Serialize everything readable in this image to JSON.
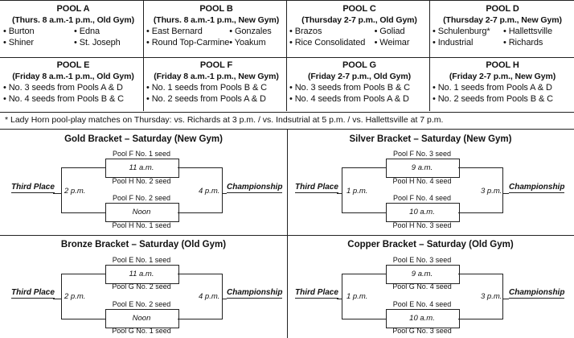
{
  "pools": [
    {
      "name": "POOL A",
      "time": "(Thurs. 8 a.m.-1 p.m., Old Gym)",
      "teams": [
        "• Burton",
        "• Edna",
        "• Shiner",
        "• St. Joseph"
      ]
    },
    {
      "name": "POOL B",
      "time": "(Thurs. 8 a.m.-1 p.m., New Gym)",
      "teams": [
        "• East Bernard",
        "• Gonzales",
        "• Round Top-Carmine",
        "• Yoakum"
      ]
    },
    {
      "name": "POOL C",
      "time": "(Thursday 2-7 p.m., Old Gym)",
      "teams": [
        "• Brazos",
        "• Goliad",
        "• Rice Consolidated",
        "• Weimar"
      ]
    },
    {
      "name": "POOL D",
      "time": "(Thursday 2-7 p.m., New Gym)",
      "teams": [
        "• Schulenburg*",
        "• Hallettsville",
        "• Industrial",
        "• Richards"
      ]
    },
    {
      "name": "POOL E",
      "time": "(Friday 8 a.m.-1 p.m., Old Gym)",
      "teams": [
        "• No. 3 seeds from Pools A & D",
        "• No. 4 seeds from Pools B & C"
      ]
    },
    {
      "name": "POOL F",
      "time": "(Friday 8 a.m.-1 p.m., New Gym)",
      "teams": [
        "• No. 1 seeds from Pools B & C",
        "• No. 2 seeds from Pools A & D"
      ]
    },
    {
      "name": "POOL G",
      "time": "(Friday 2-7 p.m., Old Gym)",
      "teams": [
        "• No. 3 seeds from Pools B & C",
        "• No. 4 seeds from Pools A & D"
      ]
    },
    {
      "name": "POOL H",
      "time": "(Friday 2-7 p.m., New Gym)",
      "teams": [
        "• No. 1 seeds from Pools A & D",
        "• No. 2 seeds from Pools B & C"
      ]
    }
  ],
  "note": "*  Lady Horn pool-play matches on Thursday: vs. Richards at 3 p.m. / vs. Indsutrial at 5 p.m. / vs. Hallettsville at 7 p.m.",
  "brackets": [
    {
      "title": "Gold Bracket – Saturday (New Gym)",
      "left_label": "Third Place",
      "left_time": "2 p.m.",
      "right_time": "4 p.m.",
      "right_label": "Championship",
      "top": {
        "seed_a": "Pool F No. 1 seed",
        "time": "11 a.m.",
        "seed_b": "Pool H No. 2 seed"
      },
      "bottom": {
        "seed_a": "Pool F No. 2 seed",
        "time": "Noon",
        "seed_b": "Pool H No. 1 seed"
      }
    },
    {
      "title": "Silver Bracket – Saturday (New Gym)",
      "left_label": "Third Place",
      "left_time": "1 p.m.",
      "right_time": "3 p.m.",
      "right_label": "Championship",
      "top": {
        "seed_a": "Pool F No. 3 seed",
        "time": "9 a.m.",
        "seed_b": "Pool H No. 4 seed"
      },
      "bottom": {
        "seed_a": "Pool F No. 4 seed",
        "time": "10 a.m.",
        "seed_b": "Pool H No. 3 seed"
      }
    },
    {
      "title": "Bronze Bracket – Saturday (Old Gym)",
      "left_label": "Third Place",
      "left_time": "2 p.m.",
      "right_time": "4 p.m.",
      "right_label": "Championship",
      "top": {
        "seed_a": "Pool E No. 1 seed",
        "time": "11 a.m.",
        "seed_b": "Pool G No. 2 seed"
      },
      "bottom": {
        "seed_a": "Pool E No. 2 seed",
        "time": "Noon",
        "seed_b": "Pool G No. 1 seed"
      }
    },
    {
      "title": "Copper Bracket – Saturday (Old Gym)",
      "left_label": "Third Place",
      "left_time": "1 p.m.",
      "right_time": "3 p.m.",
      "right_label": "Championship",
      "top": {
        "seed_a": "Pool E No. 3 seed",
        "time": "9 a.m.",
        "seed_b": "Pool G No. 4 seed"
      },
      "bottom": {
        "seed_a": "Pool E No. 4 seed",
        "time": "10 a.m.",
        "seed_b": "Pool G No. 3 seed"
      }
    }
  ]
}
